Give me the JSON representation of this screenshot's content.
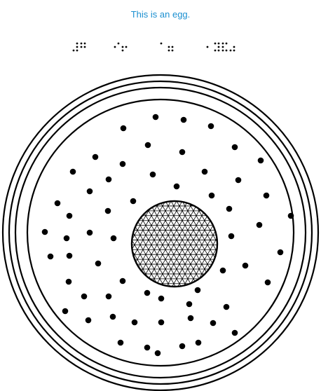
{
  "caption": {
    "text": "This is an egg.",
    "color": "#1a8fd0"
  },
  "braille": {
    "words": [
      [
        [
          3,
          4,
          5,
          6
        ],
        [
          1,
          2,
          4,
          5
        ]
      ],
      [
        [
          2,
          4
        ],
        [
          2,
          3,
          5
        ]
      ],
      [
        [
          1
        ],
        [
          2,
          3,
          5,
          6
        ]
      ],
      [
        [
          2
        ],
        [
          1,
          3,
          4,
          5,
          6
        ],
        [
          1,
          2,
          3,
          4,
          6
        ],
        [
          3,
          5,
          6
        ]
      ]
    ]
  },
  "figure": {
    "outer_rings": 3,
    "inner_ring": 1,
    "dot_color": "#000000",
    "line_color": "#000000",
    "yolk_pattern": "triangular-mesh"
  }
}
